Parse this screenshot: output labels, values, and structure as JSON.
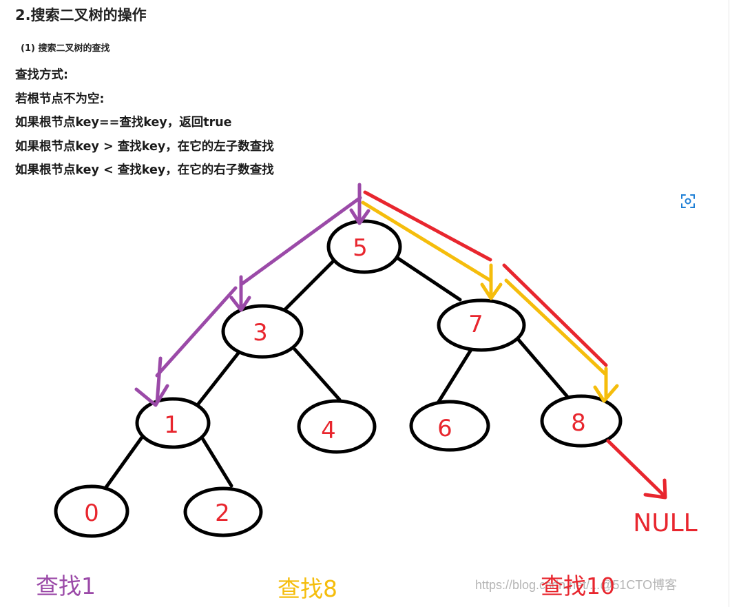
{
  "article": {
    "heading": "2.搜索二叉树的操作",
    "subheading": "(1) 搜索二叉树的查找",
    "lines": [
      "查找方式:",
      "若根节点不为空:",
      "如果根节点key==查找key，返回true",
      "如果根节点key > 查找key，在它的左子数查找",
      "如果根节点key < 查找key，在它的右子数查找"
    ]
  },
  "viewer": {
    "icon": "scan-icon"
  },
  "tree": {
    "nodes": [
      "5",
      "3",
      "7",
      "1",
      "4",
      "6",
      "8",
      "0",
      "2"
    ],
    "null_label": "NULL"
  },
  "captions": {
    "search1": "查找1",
    "search8": "查找8",
    "search10": "查找10"
  },
  "watermark": "https://blog.csdn.net/...@51CTO博客",
  "colors": {
    "node_text": "#e8262e",
    "path_search1": "#9b4aa8",
    "path_search8": "#f5bd0c",
    "path_search10": "#e8262e",
    "edge": "#000000"
  }
}
